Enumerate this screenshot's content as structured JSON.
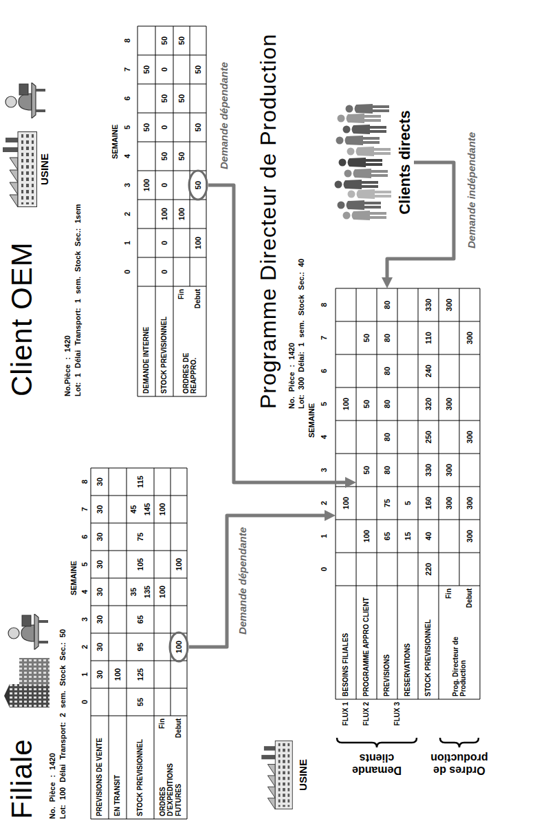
{
  "diagram": {
    "nodes": [
      {
        "text": [
          "100"
        ]
      },
      {
        "text": [
          "50"
        ]
      },
      {
        "text": [
          "100"
        ]
      },
      {
        "text": [
          "50"
        ]
      },
      {
        "text": [
          "80"
        ]
      },
      {
        "text": [
          "Clients directs"
        ]
      }
    ],
    "edges": [
      {
        "from": 0,
        "to": 2,
        "arrow": "to"
      },
      {
        "from": 1,
        "to": 3,
        "arrow": "to"
      },
      {
        "from": 5,
        "to": 4,
        "arrow": "to"
      }
    ],
    "labels": [
      "Filiale",
      "No. Pièce : 1420",
      "Lot: 100 Délai Transport: 2 sem. Stock Sec.: 50",
      "SEMAINE",
      "0",
      "1",
      "2",
      "3",
      "4",
      "5",
      "6",
      "7",
      "8",
      "PREVISIONS DE VENTE",
      "30",
      "30",
      "30",
      "30",
      "30",
      "30",
      "30",
      "30",
      "EN TRANSIT",
      "100",
      "STOCK PREVISIONNEL",
      "55",
      "125",
      "95",
      "65",
      "35",
      "135",
      "105",
      "75",
      "45",
      "145",
      "115",
      "ORDRES D'EXPEDITIONS FUTURES",
      "Fin",
      "100",
      "100",
      "Debut",
      "100",
      "Client OEM",
      "USINE",
      "No.Pièce : 1420",
      "Lot: 1 Délai Transport: 1 sem. Stock Sec.: 1sem",
      "SEMAINE",
      "0",
      "1",
      "2",
      "3",
      "4",
      "5",
      "6",
      "7",
      "8",
      "DEMANDE INTERNE",
      "100",
      "50",
      "50",
      "STOCK PREVISIONNEL",
      "0",
      "0",
      "100",
      "0",
      "50",
      "0",
      "50",
      "0",
      "50",
      "ORDRES DE REAPPRO.",
      "Fin",
      "100",
      "50",
      "50",
      "50",
      "Debut",
      "100",
      "50",
      "50",
      "Demande dépendante",
      "Demande dépendante",
      "Programme Directeur de Production",
      "No. Pièce : 1420",
      "Lot: 300 Délai: 1 sem. Stock Sec.: 40",
      "SEMAINE",
      "0",
      "1",
      "2",
      "3",
      "4",
      "5",
      "6",
      "7",
      "8",
      "FLUX 1",
      "BESOINS FILIALES",
      "100",
      "FLUX 2",
      "PROGRAMME APPRO CLIENT",
      "100",
      "50",
      "50",
      "FLUX 3",
      "PREVISIONS",
      "65",
      "75",
      "80",
      "80",
      "80",
      "80",
      "80",
      "RESERVATIONS",
      "15",
      "5",
      "STOCK PREVISIONNEL",
      "220",
      "40",
      "160",
      "330",
      "250",
      "320",
      "240",
      "110",
      "330",
      "Prog. Directeur de Production",
      "Fin",
      "300",
      "300",
      "300",
      "300",
      "Debut",
      "300",
      "300",
      "300",
      "300",
      "Demande clients",
      "Ordres de production",
      "USINE",
      "Demande indépendante"
    ]
  }
}
